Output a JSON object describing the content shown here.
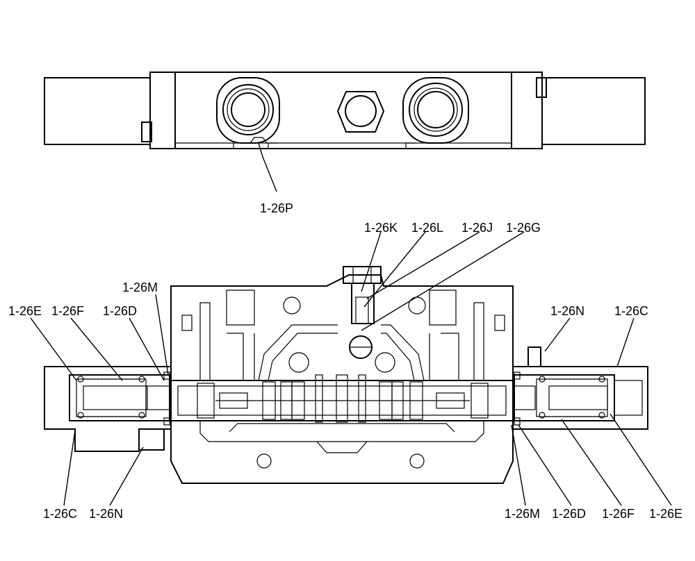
{
  "labels": {
    "p": "1-26P",
    "k": "1-26K",
    "l": "1-26L",
    "j": "1-26J",
    "g": "1-26G",
    "m_left": "1-26M",
    "e_left": "1-26E",
    "f_left": "1-26F",
    "d_left": "1-26D",
    "n_right": "1-26N",
    "c_right": "1-26C",
    "c_left": "1-26C",
    "n_left": "1-26N",
    "m_right": "1-26M",
    "d_right": "1-26D",
    "f_right": "1-26F",
    "e_right": "1-26E"
  }
}
